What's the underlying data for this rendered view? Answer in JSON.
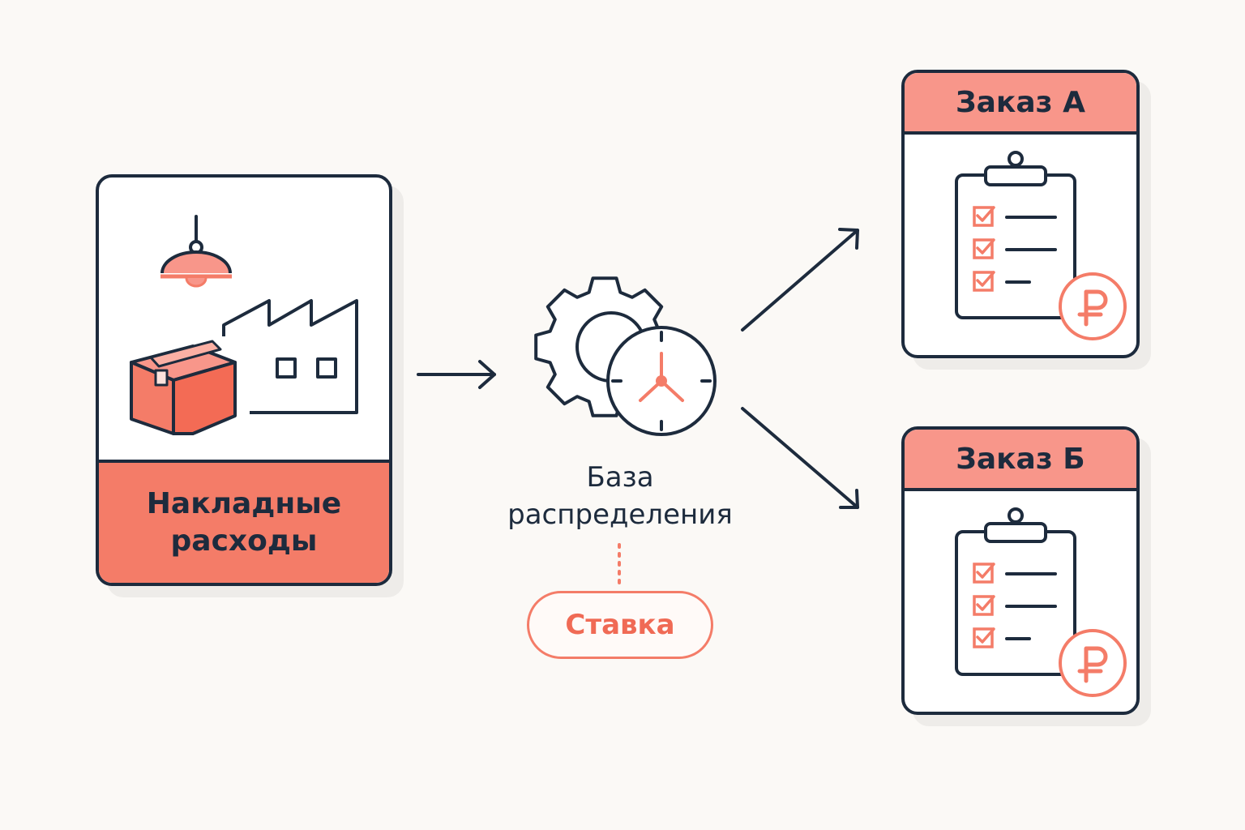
{
  "overhead": {
    "label": "Накладные расходы"
  },
  "allocation": {
    "base_label": "База распределения",
    "rate_label": "Ставка"
  },
  "orders": [
    {
      "title": "Заказ А",
      "icons": [
        "clipboard-icon",
        "ruble-coin-icon"
      ]
    },
    {
      "title": "Заказ Б",
      "icons": [
        "clipboard-icon",
        "ruble-coin-icon"
      ]
    }
  ],
  "icons": [
    "ceiling-lamp-icon",
    "box-icon",
    "factory-icon",
    "gear-icon",
    "clock-icon",
    "arrow-right-icon"
  ],
  "colors": {
    "ink": "#1d2b3d",
    "accent": "#f47c68",
    "accent_light": "#f8968a",
    "background": "#fbf9f6"
  }
}
